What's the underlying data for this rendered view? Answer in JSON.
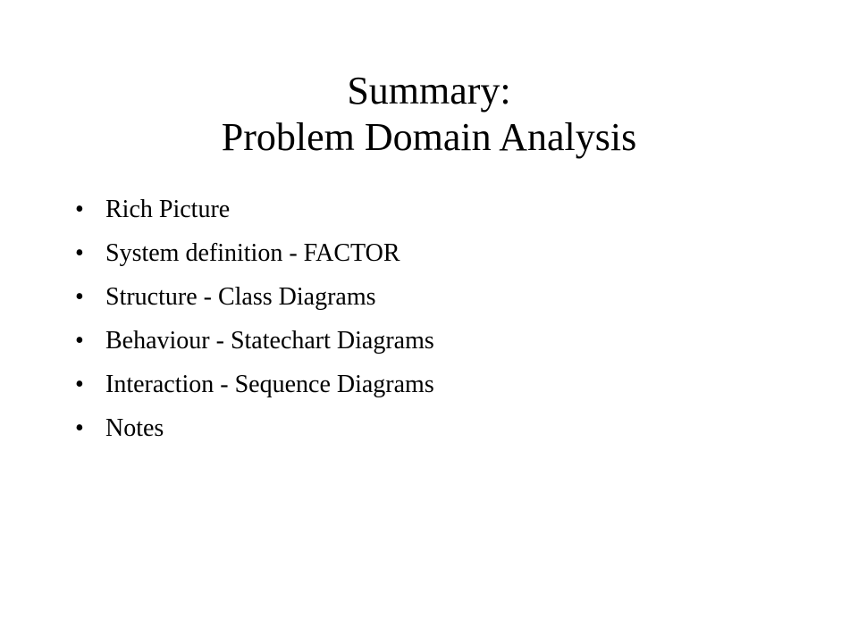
{
  "slide": {
    "title_lines": [
      "Summary:",
      "Problem Domain Analysis"
    ],
    "bullet_symbol": "•",
    "bullets": [
      "Rich Picture",
      "System definition - FACTOR",
      "Structure - Class Diagrams",
      "Behaviour - Statechart Diagrams",
      "Interaction - Sequence Diagrams",
      "Notes"
    ]
  }
}
